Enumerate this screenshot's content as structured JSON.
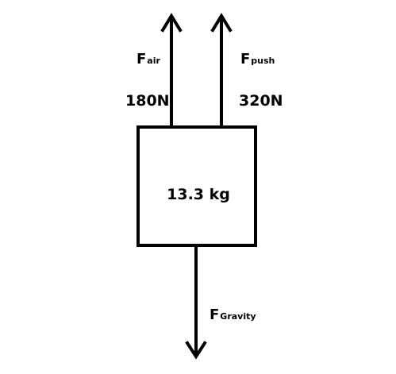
{
  "diagram": {
    "mass_label": "13.3 kg",
    "forces": {
      "air": {
        "symbol": "F",
        "subscript": "air",
        "magnitude": "180N"
      },
      "push": {
        "symbol": "F",
        "subscript": "push",
        "magnitude": "320N"
      },
      "gravity": {
        "symbol": "F",
        "subscript": "Gravity"
      }
    },
    "colors": {
      "line": "#000000",
      "background": "#ffffff"
    }
  }
}
